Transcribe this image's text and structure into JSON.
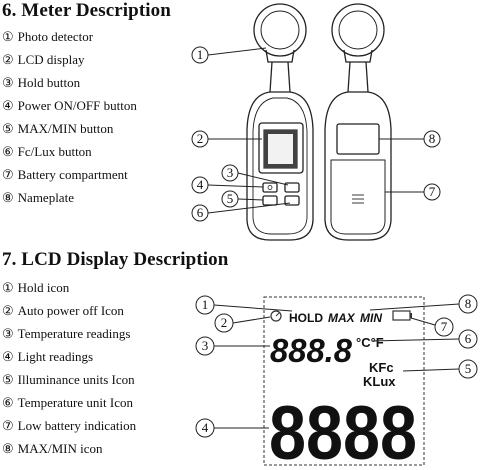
{
  "section1": {
    "title": "6. Meter Description",
    "items": [
      {
        "num": "①",
        "label": "Photo detector"
      },
      {
        "num": "②",
        "label": "LCD display"
      },
      {
        "num": "③",
        "label": "Hold button"
      },
      {
        "num": "④",
        "label": "Power ON/OFF button"
      },
      {
        "num": "⑤",
        "label": "MAX/MIN button"
      },
      {
        "num": "⑥",
        "label": "Fc/Lux button"
      },
      {
        "num": "⑦",
        "label": "Battery compartment"
      },
      {
        "num": "⑧",
        "label": "Nameplate"
      }
    ],
    "front_callouts": [
      "1",
      "2",
      "3",
      "4",
      "5",
      "6"
    ],
    "back_callouts": [
      "8",
      "7"
    ]
  },
  "section2": {
    "title": "7. LCD Display Description",
    "items": [
      {
        "num": "①",
        "label": "Hold icon"
      },
      {
        "num": "②",
        "label": "Auto power off Icon"
      },
      {
        "num": "③",
        "label": "Temperature readings"
      },
      {
        "num": "④",
        "label": "Light readings"
      },
      {
        "num": "⑤",
        "label": "Illuminance units Icon"
      },
      {
        "num": "⑥",
        "label": "Temperature unit Icon"
      },
      {
        "num": "⑦",
        "label": "Low battery indication"
      },
      {
        "num": "⑧",
        "label": "MAX/MIN icon"
      }
    ],
    "lcd": {
      "hold": "HOLD",
      "max": "MAX",
      "min": "MIN",
      "small_digits": "888.8",
      "temp_unit": "°C°F",
      "units_top": "KFc",
      "units_bottom": "KLux",
      "big_digits": "8888"
    },
    "lcd_callouts": [
      "1",
      "2",
      "3",
      "4",
      "5",
      "6",
      "7",
      "8"
    ]
  }
}
